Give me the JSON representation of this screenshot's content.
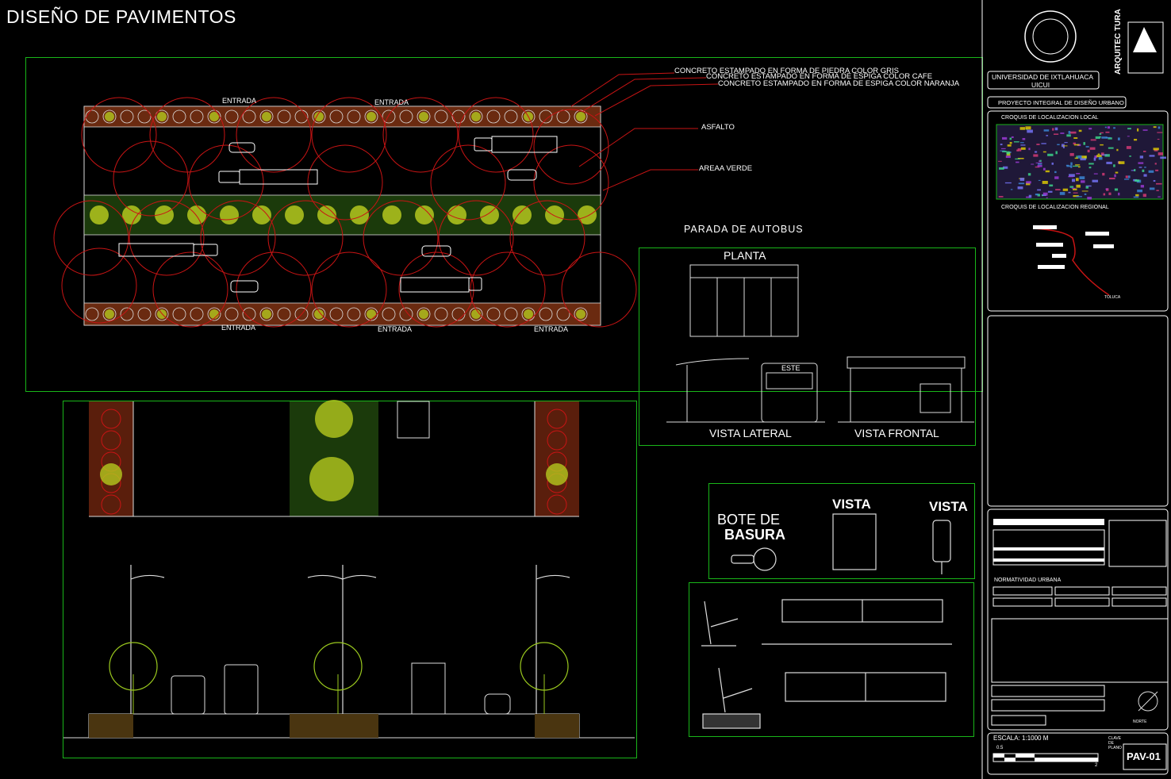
{
  "page": {
    "title": "DISEÑO DE PAVIMENTOS"
  },
  "plan": {
    "entrances": [
      "ENTRADA",
      "ENTRADA",
      "ENTRADA",
      "ENTRADA",
      "ENTRADA"
    ],
    "legend": [
      "CONCRETO ESTAMPADO EN FORMA DE PIEDRA COLOR GRIS",
      "CONCRETO ESTAMPADO EN FORMA DE ESPIGA COLOR CAFE",
      "CONCRETO ESTAMPADO EN FORMA DE ESPIGA COLOR NARANJA",
      "ASFALTO",
      "AREAA VERDE"
    ]
  },
  "bus_stop": {
    "title": "PARADA  DE  AUTOBUS",
    "plan_label": "PLANTA",
    "side_label": "VISTA LATERAL",
    "front_label": "VISTA FRONTAL",
    "bus_sign": "ESTE"
  },
  "bin": {
    "label_line1": "BOTE DE",
    "label_line2": "BASURA",
    "view1": "VISTA",
    "view2": "VISTA"
  },
  "title_block": {
    "university": "UNIVERSIDAD  DE  IXTLAHUACA",
    "university_short": "UICUI",
    "project": "PROYECTO  INTEGRAL  DE  DISEÑO  URBANO",
    "local_map": "CROQUIS  DE  LOCALIZACION  LOCAL",
    "regional_map": "CROQUIS  DE  LOCALIZACION  REGIONAL",
    "regional_town": "TOLUCA",
    "logo_text": "ARQUITEC TURA",
    "normatividad": "NORMATIVIDAD  URBANA",
    "scale": "ESCALA:  1:1000  M",
    "scale_unit": "0.5",
    "scale_end": "2",
    "key_label": "CLAVE DE PLANO",
    "plan_key": "PAV-01",
    "north": "NORTE"
  },
  "colors": {
    "frame": "#19b519",
    "red": "#c81414",
    "paving_orange": "#b4501e",
    "green_area": "#1e3c0a",
    "tree": "#b4c81e"
  }
}
